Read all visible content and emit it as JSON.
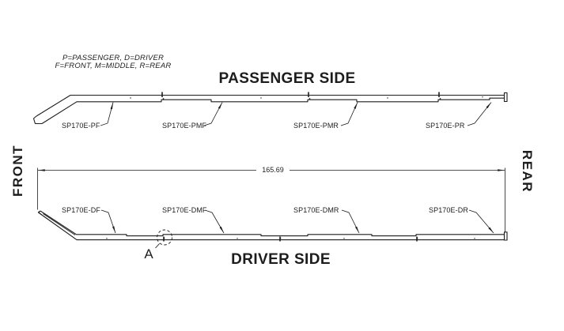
{
  "legend": {
    "line1": "P=PASSENGER, D=DRIVER",
    "line2": "F=FRONT, M=MIDDLE, R=REAR"
  },
  "passenger_side": {
    "title": "PASSENGER SIDE",
    "labels": [
      "SP170E-PF",
      "SP170E-PMF",
      "SP170E-PMR",
      "SP170E-PR"
    ]
  },
  "driver_side": {
    "title": "DRIVER SIDE",
    "labels": [
      "SP170E-DF",
      "SP170E-DMF",
      "SP170E-DMR",
      "SP170E-DR"
    ]
  },
  "orientation": {
    "front_label": "FRONT",
    "rear_label": "REAR"
  },
  "dimension": {
    "length": "165.69"
  },
  "detail_callout": {
    "label": "A"
  },
  "colors": {
    "line": "#1d1d1d",
    "background": "#ffffff"
  }
}
